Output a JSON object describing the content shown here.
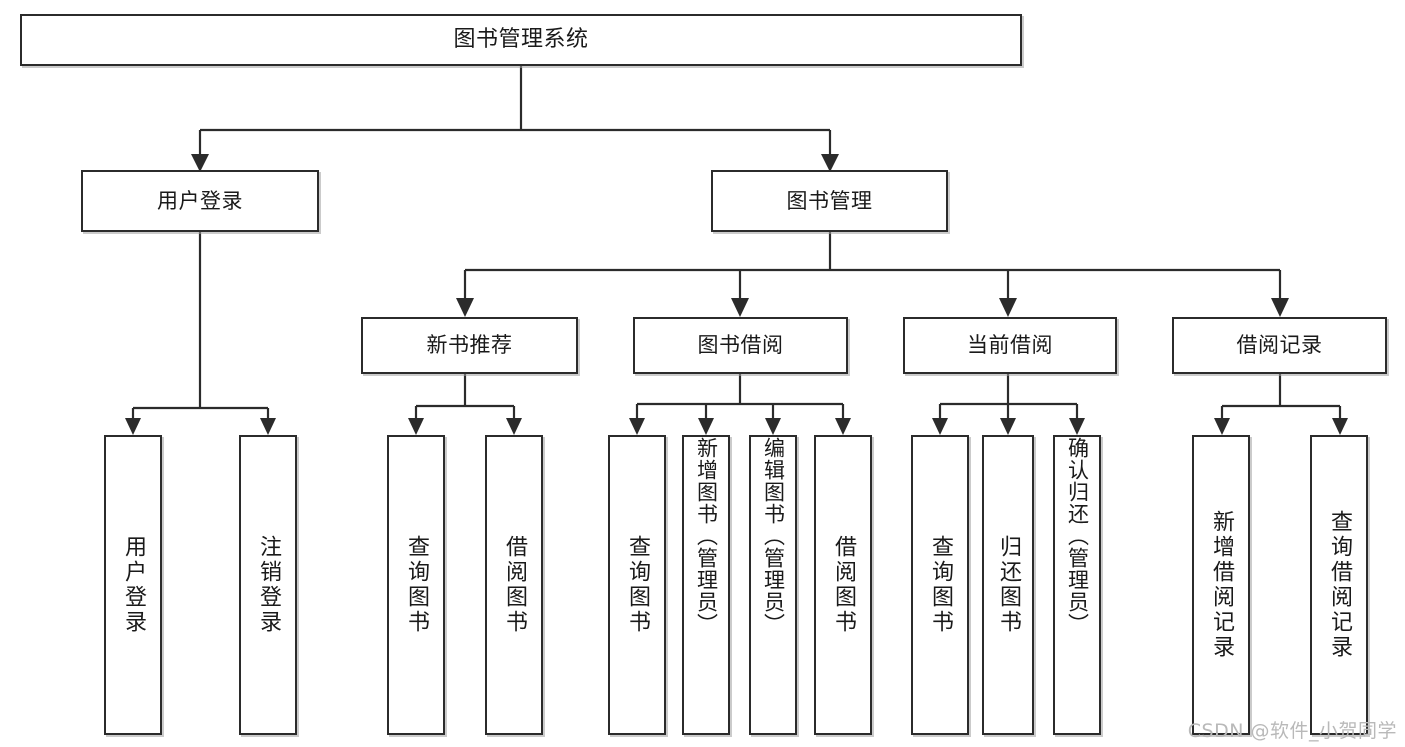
{
  "diagram": {
    "type": "hierarchy-tree",
    "title": "图书管理系统",
    "orientation": "top-down",
    "colors": {
      "box_border": "#2b2b2b",
      "box_fill": "#ffffff",
      "connector": "#2b2b2b",
      "text": "#1a1a1a",
      "watermark": "#b9b9b9",
      "background": "#ffffff"
    },
    "nodes": {
      "root": {
        "label": "图书管理系统",
        "level": 1
      },
      "user_login": {
        "label": "用户登录",
        "level": 2
      },
      "book_manage": {
        "label": "图书管理",
        "level": 2
      },
      "new_book_rec": {
        "label": "新书推荐",
        "level": 3
      },
      "book_borrow": {
        "label": "图书借阅",
        "level": 3
      },
      "current_borrow": {
        "label": "当前借阅",
        "level": 3
      },
      "borrow_record": {
        "label": "借阅记录",
        "level": 3
      },
      "leaf_user_login": {
        "label": "用户登录",
        "level": 4
      },
      "leaf_logout": {
        "label": "注销登录",
        "level": 4
      },
      "leaf_query_book_a": {
        "label": "查询图书",
        "level": 4
      },
      "leaf_borrow_book_a": {
        "label": "借阅图书",
        "level": 4
      },
      "leaf_query_book_b": {
        "label": "查询图书",
        "level": 4
      },
      "leaf_add_book": {
        "label": "新增图书（管理员）",
        "level": 4
      },
      "leaf_edit_book": {
        "label": "编辑图书（管理员）",
        "level": 4
      },
      "leaf_borrow_book_b": {
        "label": "借阅图书",
        "level": 4
      },
      "leaf_query_book_c": {
        "label": "查询图书",
        "level": 4
      },
      "leaf_return_book": {
        "label": "归还图书",
        "level": 4
      },
      "leaf_confirm_return": {
        "label": "确认归还（管理员）",
        "level": 4
      },
      "leaf_add_record": {
        "label": "新增借阅记录",
        "level": 4
      },
      "leaf_query_record": {
        "label": "查询借阅记录",
        "level": 4
      }
    },
    "edges": [
      {
        "from": "root",
        "to": "user_login"
      },
      {
        "from": "root",
        "to": "book_manage"
      },
      {
        "from": "user_login",
        "to": "leaf_user_login"
      },
      {
        "from": "user_login",
        "to": "leaf_logout"
      },
      {
        "from": "book_manage",
        "to": "new_book_rec"
      },
      {
        "from": "book_manage",
        "to": "book_borrow"
      },
      {
        "from": "book_manage",
        "to": "current_borrow"
      },
      {
        "from": "book_manage",
        "to": "borrow_record"
      },
      {
        "from": "new_book_rec",
        "to": "leaf_query_book_a"
      },
      {
        "from": "new_book_rec",
        "to": "leaf_borrow_book_a"
      },
      {
        "from": "book_borrow",
        "to": "leaf_query_book_b"
      },
      {
        "from": "book_borrow",
        "to": "leaf_add_book"
      },
      {
        "from": "book_borrow",
        "to": "leaf_edit_book"
      },
      {
        "from": "book_borrow",
        "to": "leaf_borrow_book_b"
      },
      {
        "from": "current_borrow",
        "to": "leaf_query_book_c"
      },
      {
        "from": "current_borrow",
        "to": "leaf_return_book"
      },
      {
        "from": "current_borrow",
        "to": "leaf_confirm_return"
      },
      {
        "from": "borrow_record",
        "to": "leaf_add_record"
      },
      {
        "from": "borrow_record",
        "to": "leaf_query_record"
      }
    ]
  },
  "watermark": {
    "text": "CSDN @软件_小贺同学"
  }
}
